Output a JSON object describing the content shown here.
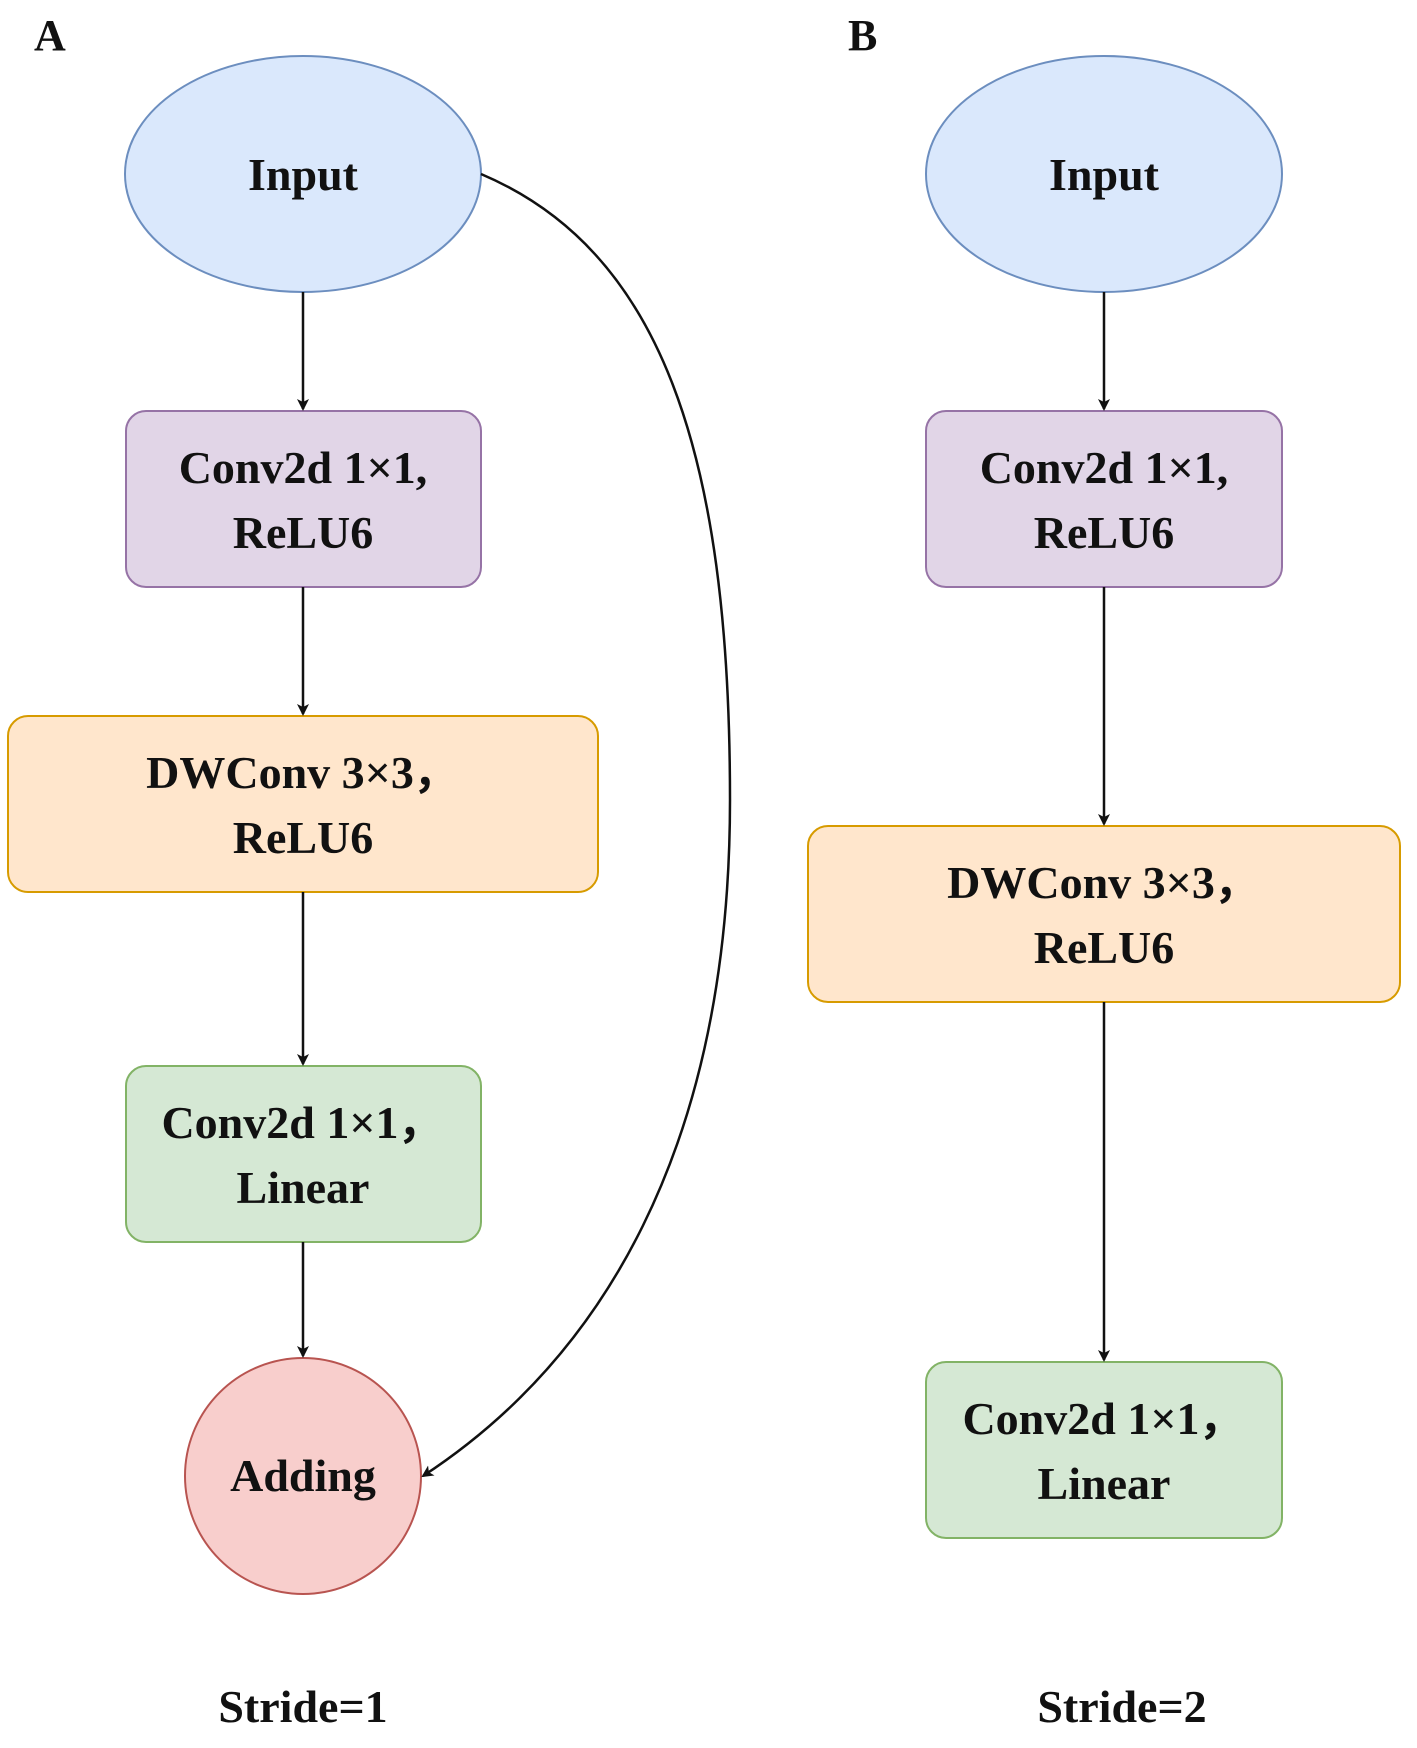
{
  "panels": [
    {
      "id": "A",
      "label": "A",
      "nodes": {
        "input": "Input",
        "conv_relu": [
          "Conv2d 1×1,",
          "ReLU6"
        ],
        "dwconv": [
          "DWConv 3×3，",
          "ReLU6"
        ],
        "conv_linear": [
          "Conv2d 1×1，",
          "Linear"
        ],
        "adding": "Adding"
      },
      "caption": "Stride=1"
    },
    {
      "id": "B",
      "label": "B",
      "nodes": {
        "input": "Input",
        "conv_relu": [
          "Conv2d 1×1,",
          "ReLU6"
        ],
        "dwconv": [
          "DWConv 3×3，",
          "ReLU6"
        ],
        "conv_linear": [
          "Conv2d 1×1，",
          "Linear"
        ]
      },
      "caption": "Stride=2"
    }
  ],
  "colors": {
    "input_fill": "#dae8fc",
    "input_stroke": "#6c8ebf",
    "relu_fill": "#e1d5e7",
    "relu_stroke": "#9673a6",
    "dw_fill": "#ffe6cc",
    "dw_stroke": "#d79b00",
    "linear_fill": "#d5e8d4",
    "linear_stroke": "#82b366",
    "add_fill": "#f8cecc",
    "add_stroke": "#b85450"
  }
}
